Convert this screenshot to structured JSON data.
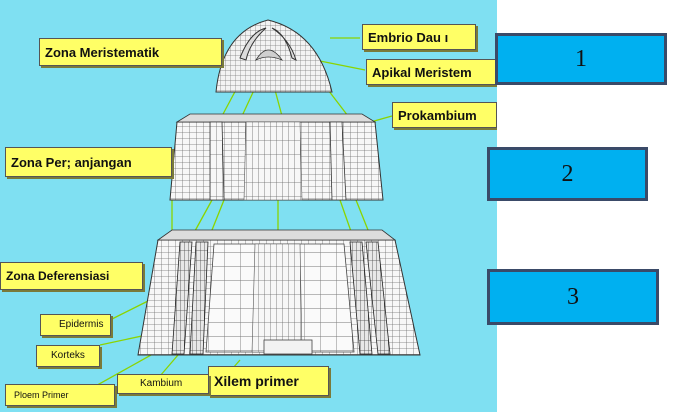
{
  "labels": {
    "zona_meristematik": "Zona Meristematik",
    "embrio_daun": "Embrio Dau ı",
    "apikal_meristem": "Apikal Meristem",
    "prokambium": "Prokambium",
    "zona_perpanjangan": "Zona Per; anjangan",
    "zona_deferensiasi": "Zona Deferensiasi",
    "epidermis": "Epidermis",
    "korteks": "Korteks",
    "xilem_primer": "Xilem primer",
    "kambium": "Kambium",
    "floem_primer": "Ploem Primer"
  },
  "number_boxes": [
    "1",
    "2",
    "3"
  ],
  "colors": {
    "diagram_background": "#7fe0f2",
    "label_fill": "#ffff66",
    "number_box_fill": "#00b0f0",
    "number_box_border": "#3a4a68",
    "leader_lines": "#8bd400"
  }
}
